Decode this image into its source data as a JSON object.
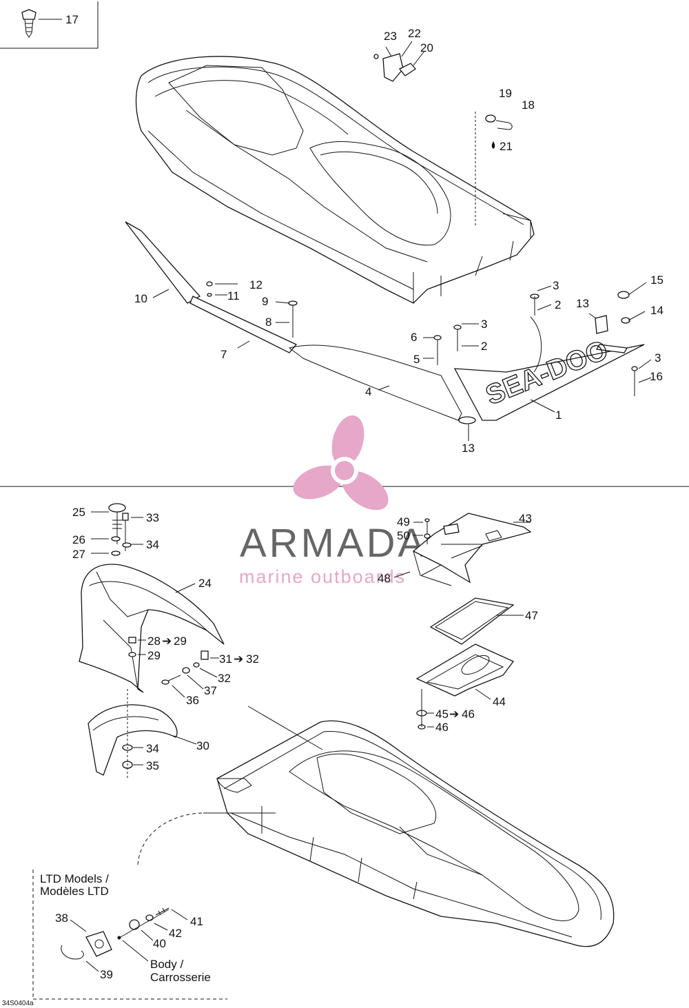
{
  "colors": {
    "line": "#111111",
    "watermark_pink": "#e6a7c9",
    "watermark_gray": "#666666"
  },
  "logo_text": "SEA-DOO",
  "watermark": {
    "name": "ARMADA",
    "tagline": "marine outboards"
  },
  "notes": {
    "ltd_line1": "LTD Models /",
    "ltd_line2": "Modèles LTD",
    "body_line1": "Body /",
    "body_line2": "Carrosserie",
    "drawing_code": "34S0404a"
  },
  "labels": {
    "p17": "17",
    "p23": "23",
    "p22": "22",
    "p20": "20",
    "p19": "19",
    "p18": "18",
    "p21": "21",
    "p12": "12",
    "p11": "11",
    "p10": "10",
    "p9": "9",
    "p8": "8",
    "p7": "7",
    "p3a": "3",
    "p2a": "2",
    "p13a": "13",
    "p15": "15",
    "p14": "14",
    "p6": "6",
    "p5": "5",
    "p3b": "3",
    "p2b": "2",
    "p3c": "3",
    "p16": "16",
    "p4": "4",
    "p1": "1",
    "p13b": "13",
    "p25": "25",
    "p33": "33",
    "p26": "26",
    "p34a": "34",
    "p27": "27",
    "p24": "24",
    "p28": "28",
    "p29t": "29",
    "p29": "29",
    "p31": "31",
    "p32t": "32",
    "p32": "32",
    "p37": "37",
    "p36": "36",
    "p30": "30",
    "p34b": "34",
    "p35": "35",
    "p49": "49",
    "p50": "50",
    "p43": "43",
    "p48": "48",
    "p47": "47",
    "p44": "44",
    "p45": "45",
    "p46t": "46",
    "p46": "46",
    "p38": "38",
    "p40": "40",
    "p42": "42",
    "p41": "41",
    "p39": "39"
  }
}
